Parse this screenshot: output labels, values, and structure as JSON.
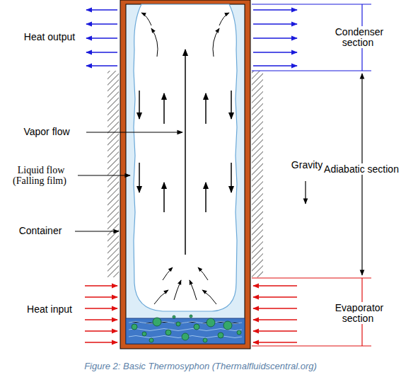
{
  "diagram": {
    "caption": "Figure 2:  Basic Thermosyphon (Thermalfluidscentral.org)",
    "labels": [
      "Heat output",
      "Vapor flow",
      "Liquid flow (Falling film)",
      "Container",
      "Heat input",
      "Condenser section",
      "Gravity",
      "Adiabatic section",
      "Evaporator section"
    ]
  }
}
